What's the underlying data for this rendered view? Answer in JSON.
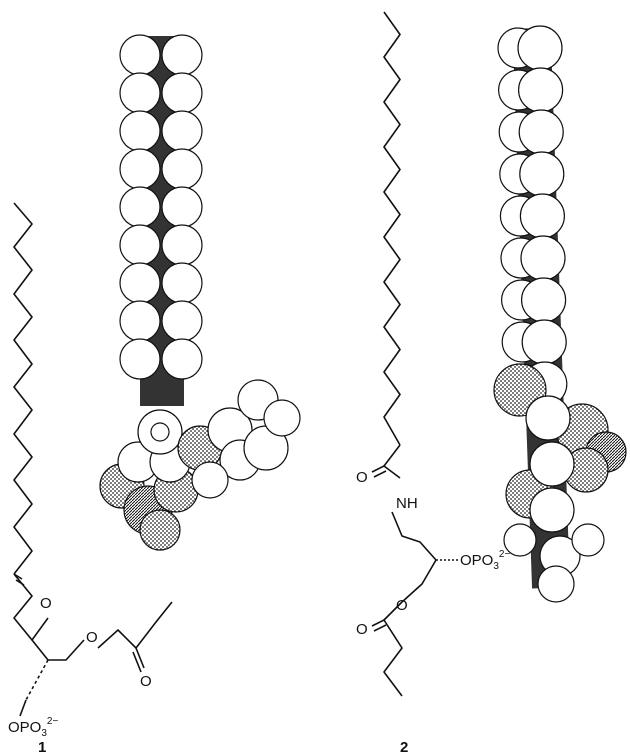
{
  "compound1": {
    "number": "1",
    "carbonyl_o": "O",
    "ester_o": "O",
    "ester_carbonyl_o": "O",
    "phosphate_prefix": "OPO",
    "phosphate_sub": "3",
    "phosphate_charge": "2−"
  },
  "compound2": {
    "number": "2",
    "amide_o": "O",
    "nh": "NH",
    "phosphate_prefix": "OPO",
    "phosphate_sub": "3",
    "phosphate_charge": "2−",
    "ester_o": "O",
    "ester_carbonyl_o": "O"
  },
  "colors": {
    "ink": "#111111",
    "atom_white": "#ffffff",
    "dotted": "#555555"
  }
}
